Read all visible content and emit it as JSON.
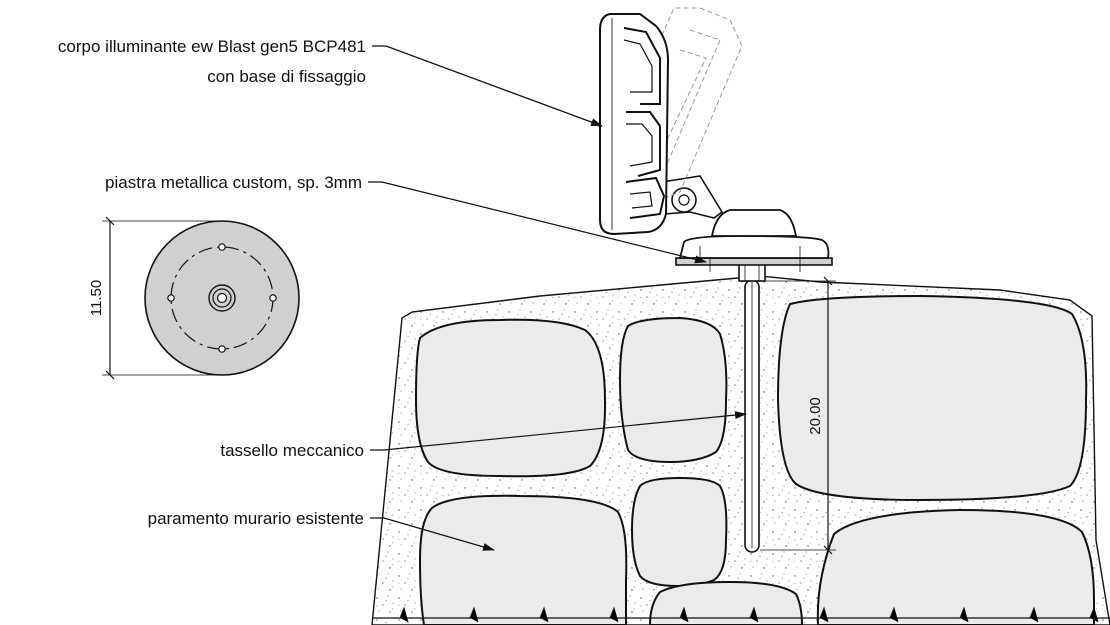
{
  "labels": {
    "body_line1": "corpo illuminante ew Blast gen5 BCP481",
    "body_line2": "con base di fissaggio",
    "plate": "piastra metallica custom, sp. 3mm",
    "anchor": "tassello meccanico",
    "wall": "paramento murario esistente"
  },
  "dimensions": {
    "plate_diameter": "11.50",
    "anchor_depth": "20.00"
  },
  "colors": {
    "line": "#111111",
    "stone_fill": "#ebebeb",
    "plate_fill": "#d0d0d0",
    "mortar_fill": "#ffffff"
  }
}
